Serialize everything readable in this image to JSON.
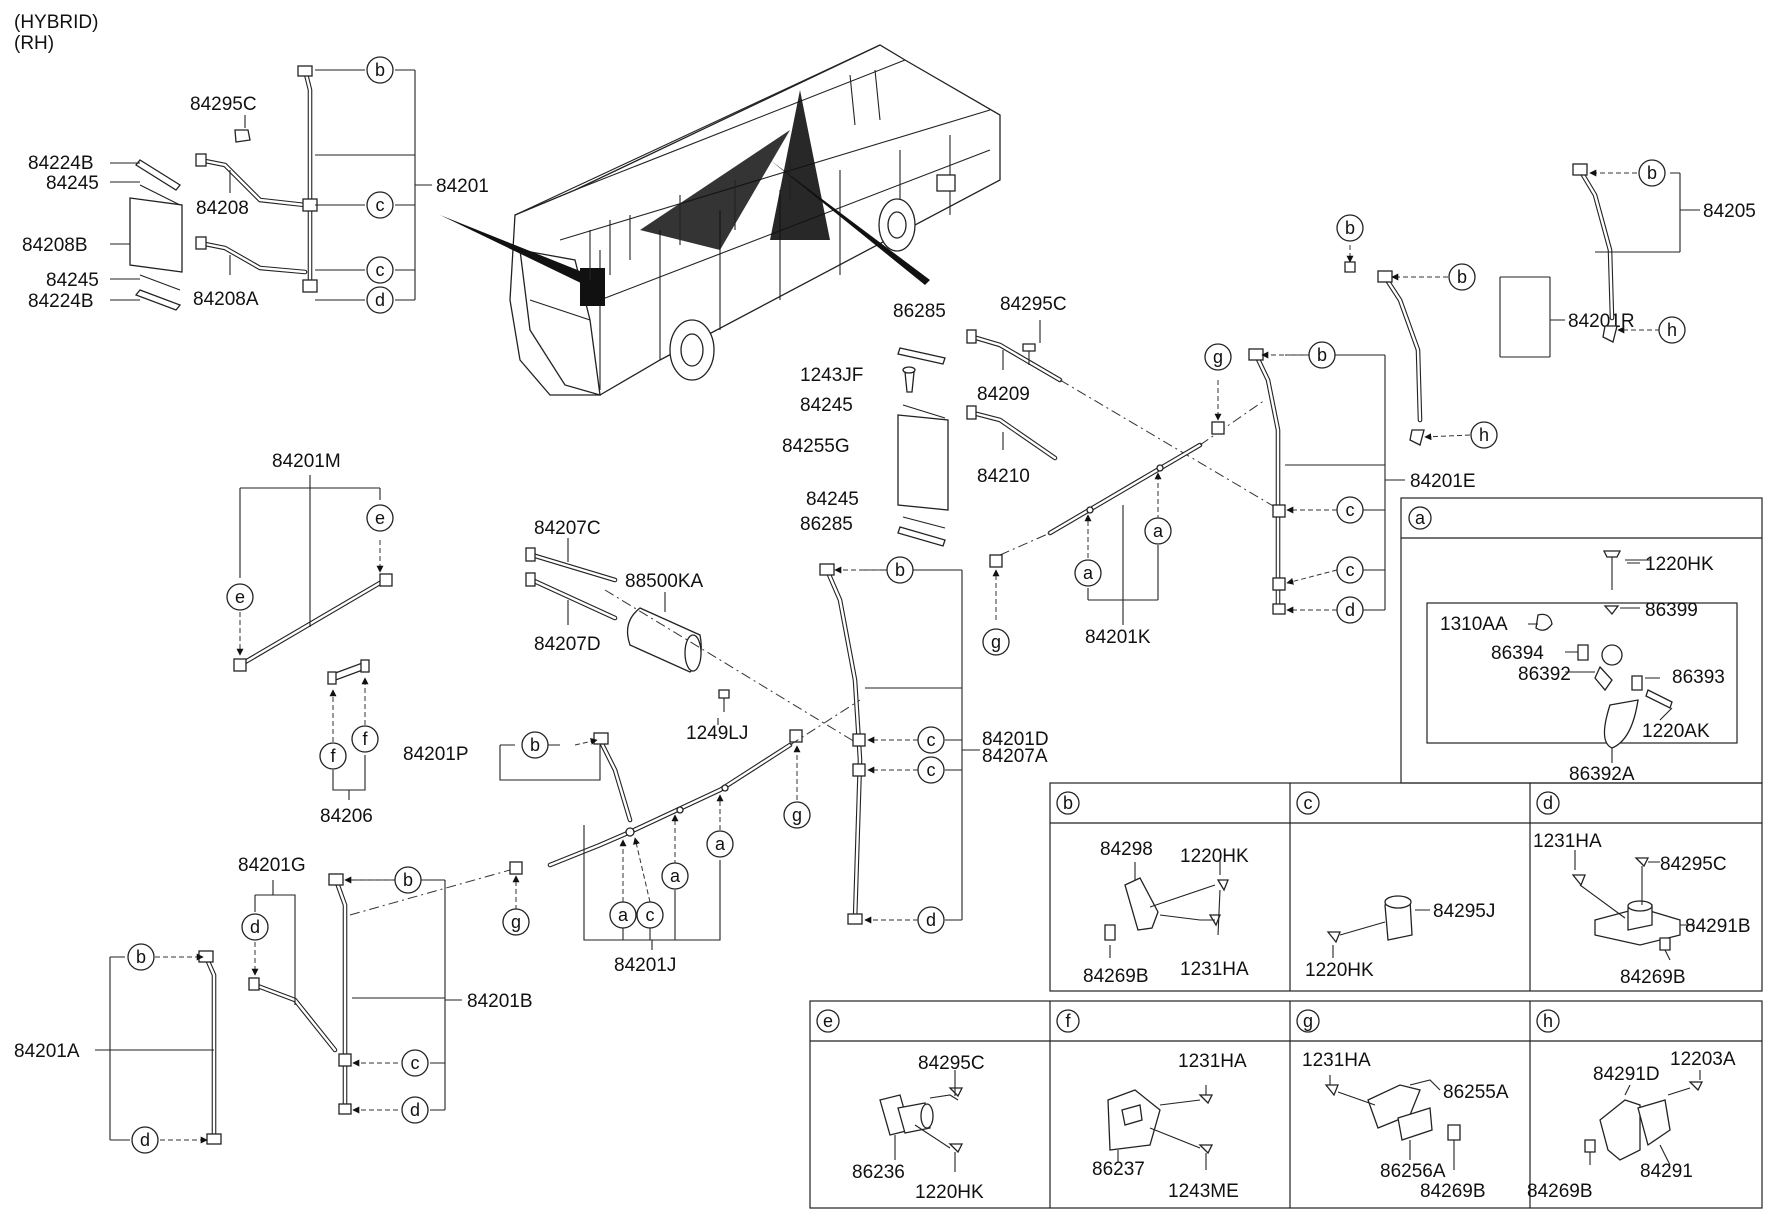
{
  "header": {
    "line1": "(HYBRID)",
    "line2": "(RH)"
  },
  "refs": {
    "a": "a",
    "b": "b",
    "c": "c",
    "d": "d",
    "e": "e",
    "f": "f",
    "g": "g",
    "h": "h"
  },
  "labels": {
    "p84295C_top": "84295C",
    "p84224B_top": "84224B",
    "p84245_top": "84245",
    "p84208": "84208",
    "p84208B": "84208B",
    "p84245_bot": "84245",
    "p84224B_bot": "84224B",
    "p84208A": "84208A",
    "p84201": "84201",
    "p84201M": "84201M",
    "p84206": "84206",
    "p84207C": "84207C",
    "p84207D": "84207D",
    "p88500KA": "88500KA",
    "p1249LJ": "1249LJ",
    "p86285_top": "86285",
    "p1243JF": "1243JF",
    "p84245_mid1": "84245",
    "p84255G": "84255G",
    "p84245_mid2": "84245",
    "p86285_bot": "86285",
    "p84295C_mid": "84295C",
    "p84209": "84209",
    "p84210": "84210",
    "p84201K": "84201K",
    "p84201E": "84201E",
    "p84201R": "84201R",
    "p84205": "84205",
    "p84201D": "84201D",
    "p84207A": "84207A",
    "p84201P": "84201P",
    "p84201J": "84201J",
    "p84201G": "84201G",
    "p84201B": "84201B",
    "p84201A": "84201A"
  },
  "detail_a": {
    "ref": "a",
    "p1220HK": "1220HK",
    "p86399": "86399",
    "p1310AA": "1310AA",
    "p86394": "86394",
    "p86392": "86392",
    "p86393": "86393",
    "p1220AK": "1220AK",
    "p86392A": "86392A"
  },
  "detail_b": {
    "ref": "b",
    "p84298": "84298",
    "p1220HK": "1220HK",
    "p84269B": "84269B",
    "p1231HA": "1231HA"
  },
  "detail_c": {
    "ref": "c",
    "p84295J": "84295J",
    "p1220HK": "1220HK"
  },
  "detail_d": {
    "ref": "d",
    "p1231HA": "1231HA",
    "p84295C": "84295C",
    "p84291B": "84291B",
    "p84269B": "84269B"
  },
  "detail_e": {
    "ref": "e",
    "p84295C": "84295C",
    "p86236": "86236",
    "p1220HK": "1220HK"
  },
  "detail_f": {
    "ref": "f",
    "p1231HA": "1231HA",
    "p86237": "86237",
    "p1243ME": "1243ME"
  },
  "detail_g": {
    "ref": "g",
    "p1231HA": "1231HA",
    "p86255A": "86255A",
    "p86256A": "86256A",
    "p84269B": "84269B"
  },
  "detail_h": {
    "ref": "h",
    "p84291D": "84291D",
    "p12203A": "12203A",
    "p84269B": "84269B",
    "p84291": "84291"
  }
}
